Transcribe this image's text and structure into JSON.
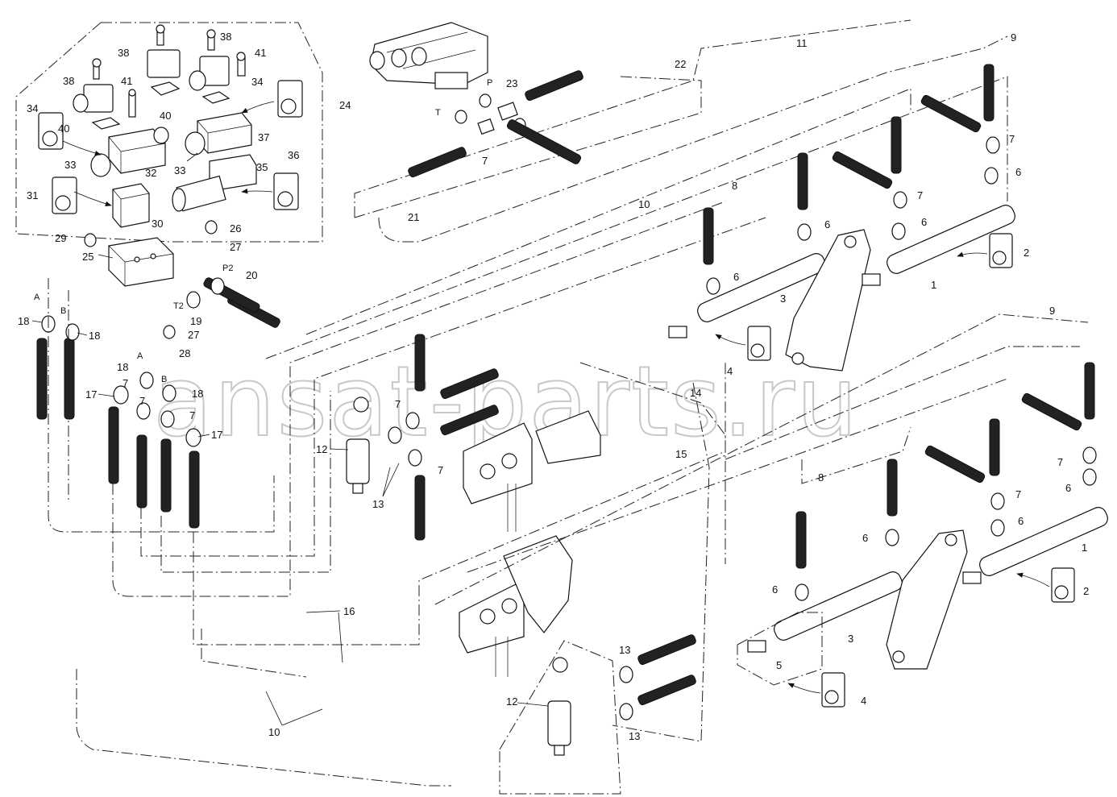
{
  "watermark": "ansat-parts.ru",
  "port_labels": {
    "P": "P",
    "T": "T",
    "P2": "P2",
    "T2": "T2",
    "A": "A",
    "B": "B",
    "A2": "A",
    "B2": "B"
  },
  "callouts": {
    "c1a": "1",
    "c1b": "1",
    "c2a": "2",
    "c2b": "2",
    "c3a": "3",
    "c3b": "3",
    "c4a": "4",
    "c4b": "4",
    "c5": "5",
    "c6a": "6",
    "c6b": "6",
    "c6c": "6",
    "c6d": "6",
    "c6e": "6",
    "c6f": "6",
    "c6g": "6",
    "c6h": "6",
    "c7a": "7",
    "c7b": "7",
    "c7c": "7",
    "c7d": "7",
    "c7e": "7",
    "c7f": "7",
    "c7g": "7",
    "c7h": "7",
    "c7i": "7",
    "c7j": "7",
    "c8a": "8",
    "c8b": "8",
    "c9a": "9",
    "c9b": "9",
    "c10a": "10",
    "c10b": "10",
    "c11": "11",
    "c12a": "12",
    "c12b": "12",
    "c13a": "13",
    "c13b": "13",
    "c13c": "13",
    "c14": "14",
    "c15": "15",
    "c16": "16",
    "c17a": "17",
    "c17b": "17",
    "c18a": "18",
    "c18b": "18",
    "c18c": "18",
    "c18d": "18",
    "c19": "19",
    "c20": "20",
    "c21": "21",
    "c22": "22",
    "c23": "23",
    "c24": "24",
    "c25": "25",
    "c26": "26",
    "c27a": "27",
    "c27b": "27",
    "c28": "28",
    "c29": "29",
    "c30": "30",
    "c31": "31",
    "c32": "32",
    "c33a": "33",
    "c33b": "33",
    "c34a": "34",
    "c34b": "34",
    "c35": "35",
    "c36": "36",
    "c37": "37",
    "c38a": "38",
    "c38b": "38",
    "c38c": "38",
    "c40a": "40",
    "c40b": "40",
    "c41a": "41",
    "c41b": "41"
  }
}
